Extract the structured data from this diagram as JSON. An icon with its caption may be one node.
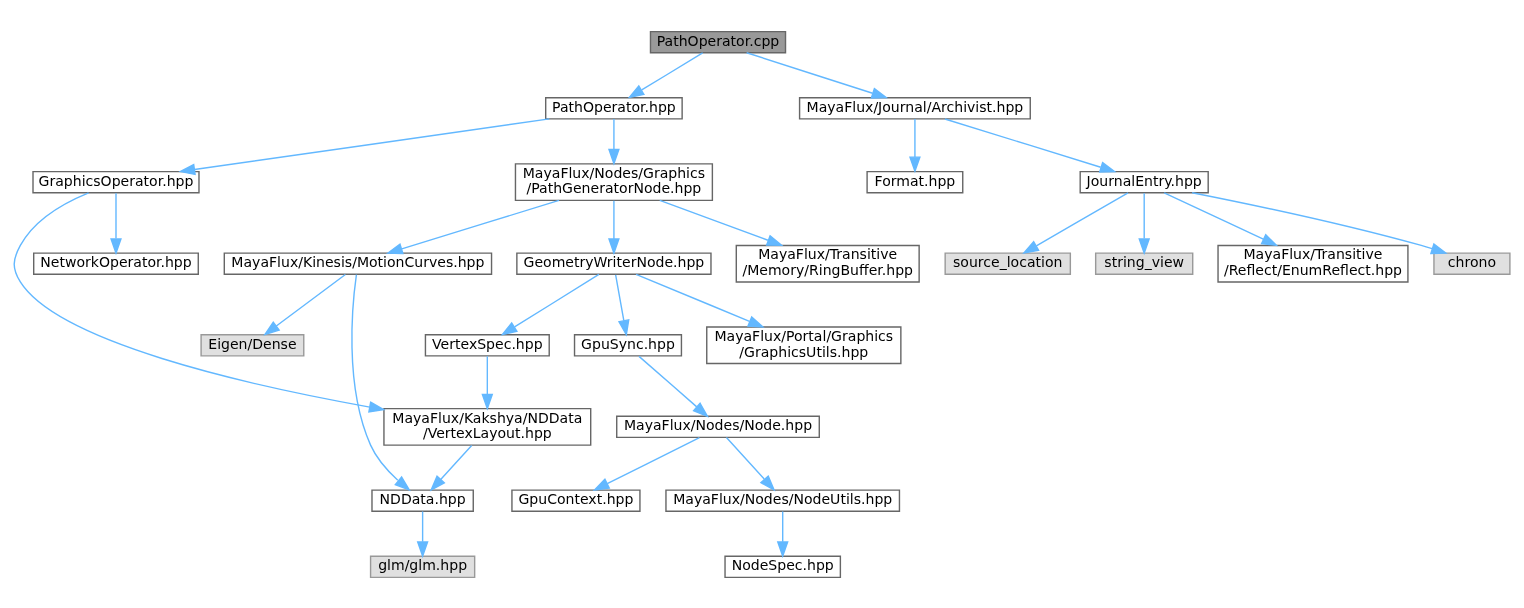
{
  "diagram": {
    "nodes": [
      {
        "text": [
          "PathOperator.cpp"
        ]
      },
      {
        "text": [
          "PathOperator.hpp"
        ]
      },
      {
        "text": [
          "MayaFlux/Journal/Archivist.hpp"
        ]
      },
      {
        "text": [
          "GraphicsOperator.hpp"
        ]
      },
      {
        "text": [
          "MayaFlux/Nodes/Graphics /PathGeneratorNode.hpp"
        ]
      },
      {
        "text": [
          "Format.hpp"
        ]
      },
      {
        "text": [
          "JournalEntry.hpp"
        ]
      },
      {
        "text": [
          "NetworkOperator.hpp"
        ]
      },
      {
        "text": [
          "MayaFlux/Kinesis/MotionCurves.hpp"
        ]
      },
      {
        "text": [
          "GeometryWriterNode.hpp"
        ]
      },
      {
        "text": [
          "MayaFlux/Transitive /Memory/RingBuffer.hpp"
        ]
      },
      {
        "text": [
          "string_view"
        ]
      },
      {
        "text": [
          "MayaFlux/Transitive /Reflect/EnumReflect.hpp"
        ]
      },
      {
        "text": [
          "chrono"
        ]
      },
      {
        "text": [
          "source_location"
        ]
      },
      {
        "text": [
          "Eigen/Dense"
        ]
      },
      {
        "text": [
          "VertexSpec.hpp"
        ]
      },
      {
        "text": [
          "GpuSync.hpp"
        ]
      },
      {
        "text": [
          "MayaFlux/Portal/Graphics /GraphicsUtils.hpp"
        ]
      },
      {
        "text": [
          "MayaFlux/Kakshya/NDData /VertexLayout.hpp"
        ]
      },
      {
        "text": [
          "MayaFlux/Nodes/Node.hpp"
        ]
      },
      {
        "text": [
          "NDData.hpp"
        ]
      },
      {
        "text": [
          "MayaFlux/Nodes/NodeUtils.hpp"
        ]
      },
      {
        "text": [
          "GpuContext.hpp"
        ]
      },
      {
        "text": [
          "glm/glm.hpp"
        ]
      },
      {
        "text": [
          "NodeSpec.hpp"
        ]
      }
    ],
    "edges": [
      {
        "from": 0,
        "to": 1,
        "arrow": "to"
      },
      {
        "from": 0,
        "to": 2,
        "arrow": "to"
      },
      {
        "from": 1,
        "to": 3,
        "arrow": "to"
      },
      {
        "from": 1,
        "to": 4,
        "arrow": "to"
      },
      {
        "from": 2,
        "to": 5,
        "arrow": "to"
      },
      {
        "from": 2,
        "to": 6,
        "arrow": "to"
      },
      {
        "from": 3,
        "to": 7,
        "arrow": "to"
      },
      {
        "from": 3,
        "to": 19,
        "arrow": "to"
      },
      {
        "from": 4,
        "to": 8,
        "arrow": "to"
      },
      {
        "from": 4,
        "to": 9,
        "arrow": "to"
      },
      {
        "from": 4,
        "to": 10,
        "arrow": "to"
      },
      {
        "from": 6,
        "to": 11,
        "arrow": "to"
      },
      {
        "from": 6,
        "to": 12,
        "arrow": "to"
      },
      {
        "from": 6,
        "to": 13,
        "arrow": "to"
      },
      {
        "from": 6,
        "to": 14,
        "arrow": "to"
      },
      {
        "from": 8,
        "to": 15,
        "arrow": "to"
      },
      {
        "from": 8,
        "to": 21,
        "arrow": "to"
      },
      {
        "from": 9,
        "to": 16,
        "arrow": "to"
      },
      {
        "from": 9,
        "to": 17,
        "arrow": "to"
      },
      {
        "from": 9,
        "to": 18,
        "arrow": "to"
      },
      {
        "from": 16,
        "to": 19,
        "arrow": "to"
      },
      {
        "from": 17,
        "to": 20,
        "arrow": "to"
      },
      {
        "from": 19,
        "to": 21,
        "arrow": "to"
      },
      {
        "from": 20,
        "to": 22,
        "arrow": "to"
      },
      {
        "from": 20,
        "to": 23,
        "arrow": "to"
      },
      {
        "from": 21,
        "to": 24,
        "arrow": "to"
      },
      {
        "from": 22,
        "to": 25,
        "arrow": "to"
      }
    ]
  }
}
